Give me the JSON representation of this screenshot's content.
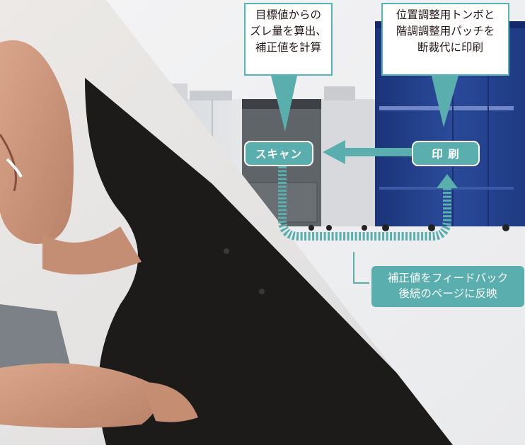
{
  "measure_callout": {
    "lines": [
      "目標値からの",
      "ズレ量を算出、",
      "補正値を計算"
    ]
  },
  "print_callout": {
    "lines": [
      "位置調整用トンボと",
      "階調調整用パッチを",
      "断裁代に印刷"
    ]
  },
  "scan_tag": "スキャン",
  "print_tag": "印 刷",
  "feedback_box": {
    "lines": [
      "補正値をフィードバック",
      "後続のページに反映"
    ]
  },
  "colors": {
    "accent": "#5aaeae",
    "callout_border": "#55b4b9",
    "press_blue": "#233e86",
    "photo_dark": "#1d1a1a"
  },
  "icons": [
    "scan-flow-arrow-icon",
    "feedback-loop-arrow-icon",
    "small-disc-icon"
  ]
}
